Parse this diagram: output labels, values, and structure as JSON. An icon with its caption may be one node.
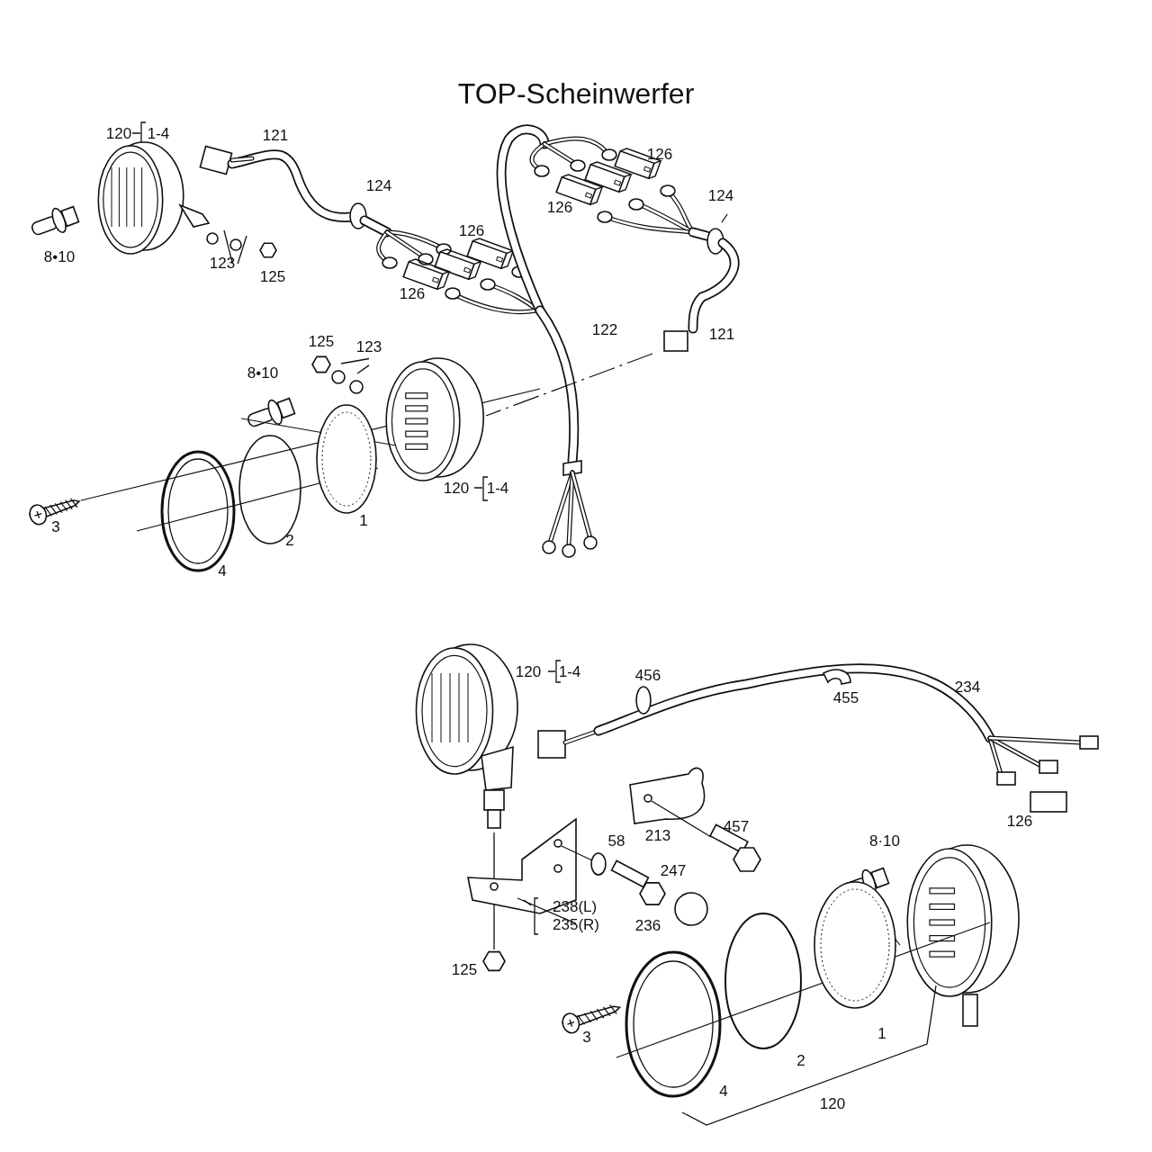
{
  "diagram": {
    "title": "TOP-Scheinwerfer",
    "nodes": [
      {
        "text": [
          "123"
        ]
      },
      {
        "text": [
          "123"
        ]
      },
      {
        "text": [
          "124"
        ]
      },
      {
        "text": [
          "238(L)",
          "235(R)"
        ]
      }
    ],
    "edges": [
      {
        "from": 0,
        "to": null,
        "arrow": "none"
      },
      {
        "from": 0,
        "to": null,
        "arrow": "none"
      },
      {
        "from": 1,
        "to": null,
        "arrow": "none"
      },
      {
        "from": 1,
        "to": null,
        "arrow": "none"
      },
      {
        "from": 2,
        "to": null,
        "arrow": "none"
      },
      {
        "from": 3,
        "to": null,
        "arrow": "none"
      }
    ],
    "labels": [
      "120",
      "1-4",
      "121",
      "126",
      "124",
      "126",
      "126",
      "8•10",
      "125",
      "126",
      "122",
      "121",
      "125",
      "8•10",
      "120",
      "1-4",
      "1",
      "3",
      "2",
      "4",
      "120",
      "1-4",
      "456",
      "234",
      "455",
      "126",
      "58",
      "213",
      "457",
      "8·10",
      "247",
      "236",
      "125",
      "3",
      "1",
      "2",
      "4",
      "120"
    ]
  }
}
